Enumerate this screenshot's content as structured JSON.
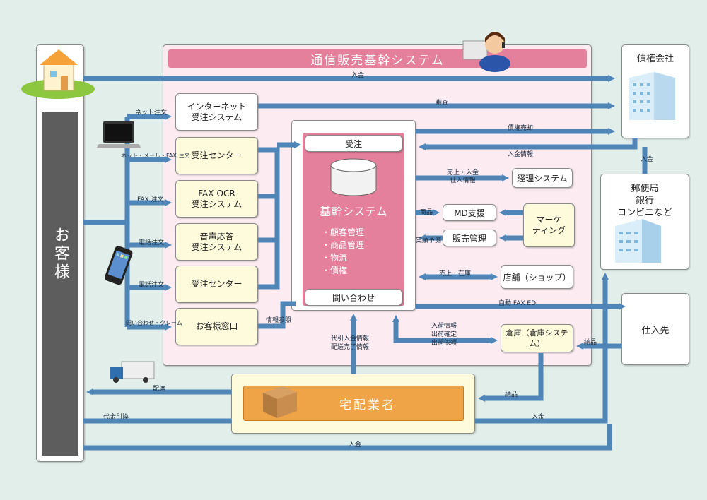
{
  "system_title": "通信販売基幹システム",
  "customer": "お客様",
  "credit_company": "債権会社",
  "post": {
    "line1": "郵便局",
    "line2": "銀行",
    "line3": "コンビニなど"
  },
  "supplier": "仕入先",
  "delivery": "宅配業者",
  "core": {
    "title": "基幹システム",
    "order": "受注",
    "inquiry": "問い合わせ",
    "items": [
      "・顧客管理",
      "・商品管理",
      "・物流",
      "・債権"
    ]
  },
  "order_boxes": [
    "インターネット\n受注システム",
    "受注センター",
    "FAX-OCR\n受注システム",
    "音声応答\n受注システム",
    "受注センター",
    "お客様窓口"
  ],
  "right_boxes": {
    "accounting": "経理システム",
    "md": "MD支援",
    "sales": "販売管理",
    "marketing": "マーケ\nティング",
    "store": "店舗（ショップ）",
    "warehouse": "倉庫（倉庫システム）"
  },
  "labels": {
    "payment_top": "入金",
    "net_order": "ネット注文",
    "net_mail_fax": "ネット・メール・FAX 注文",
    "fax_order": "FAX 注文",
    "phone_order1": "電話注文",
    "phone_order2": "電話注文",
    "inquiry_claim": "問い合わせ・クレーム",
    "review": "審査",
    "receivable_sale": "債権売却",
    "payment_info": "入金情報",
    "payment_right": "入金",
    "sales_payment": "売上・入金\n仕入情報",
    "product": "商品",
    "forecast": "実績予測",
    "sales_stock": "売上・在庫",
    "auto_fax": "自動 FAX EDI",
    "info_ref": "情報参照",
    "cod_info": "代引入金情報\n配送完了情報",
    "warehouse_info": "入荷情報\n出荷確定\n出荷依頼",
    "delivery_goods1": "納品",
    "delivery_goods2": "納品",
    "dispatch": "配達",
    "cod": "代金引換",
    "payment_bottom1": "入金",
    "payment_bottom2": "入金"
  },
  "colors": {
    "arrow": "#4f86b7",
    "pink": "#e47f9c",
    "orange": "#f0a448",
    "dark": "#5d5d5d"
  }
}
